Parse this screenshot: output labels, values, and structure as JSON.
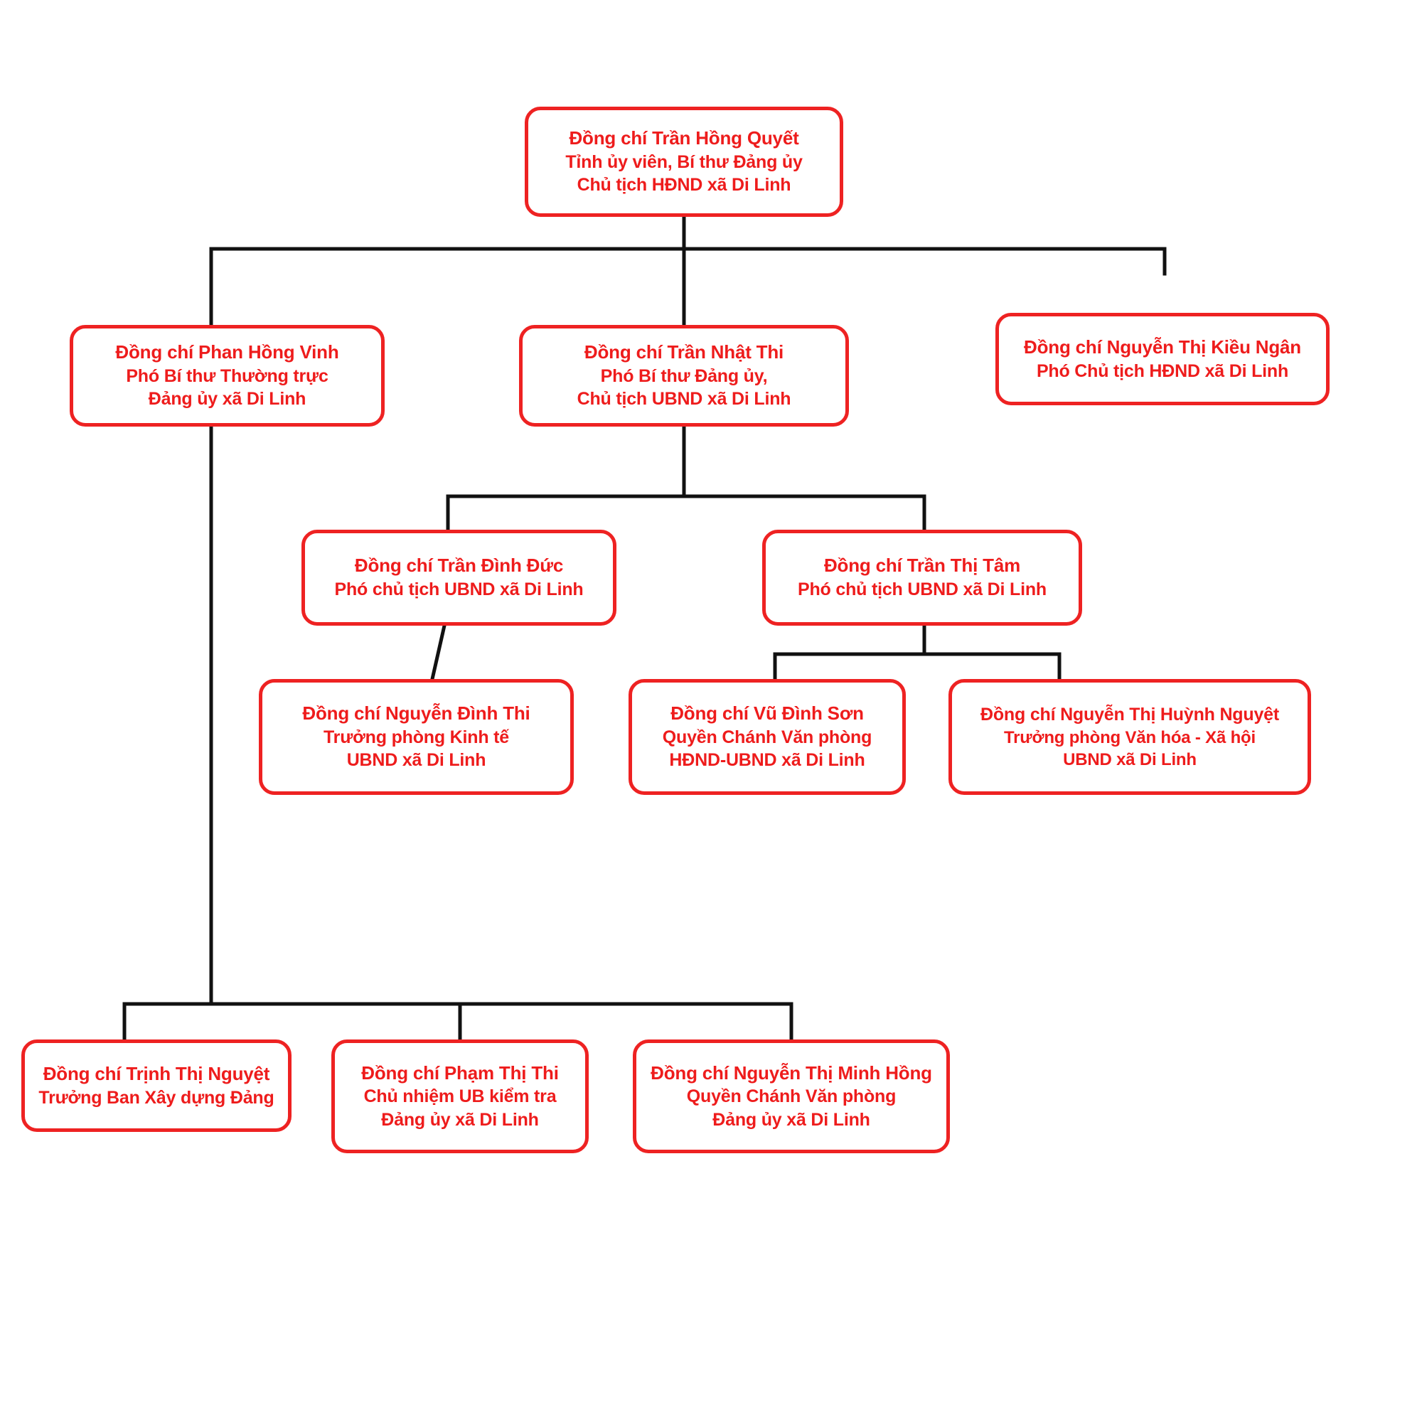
{
  "document": {
    "type": "organizational-chart",
    "title": "So do to chuc Dang uy - HDND - UBND xa Di Linh",
    "accent_color": "#ee1c1c",
    "connector_color": "#111111",
    "background_color": "#ffffff"
  },
  "nodes": {
    "root": {
      "id": "tran-hong-quyet",
      "lines": [
        "Đồng chí Trần Hồng Quyết",
        "Tỉnh ủy viên, Bí thư Đảng ủy",
        "Chủ tịch HĐND xã Di Linh"
      ]
    },
    "phan_hong_vinh": {
      "id": "phan-hong-vinh",
      "lines": [
        "Đồng chí Phan Hồng Vinh",
        "Phó Bí thư Thường trực",
        "Đảng ủy xã Di Linh"
      ]
    },
    "tran_nhat_thi": {
      "id": "tran-nhat-thi",
      "lines": [
        "Đồng chí Trần Nhật Thi",
        "Phó Bí thư Đảng ủy,",
        "Chủ tịch UBND xã Di Linh"
      ]
    },
    "nguyen_thi_kieu_ngan": {
      "id": "nguyen-thi-kieu-ngan",
      "lines": [
        "Đồng chí Nguyễn Thị Kiều Ngân",
        "Phó Chủ tịch HĐND xã Di Linh"
      ]
    },
    "tran_dinh_duc": {
      "id": "tran-dinh-duc",
      "lines": [
        "Đồng chí Trần Đình Đức",
        "Phó chủ tịch UBND xã Di Linh"
      ]
    },
    "tran_thi_tam": {
      "id": "tran-thi-tam",
      "lines": [
        "Đồng chí Trần Thị Tâm",
        "Phó chủ tịch UBND xã Di Linh"
      ]
    },
    "nguyen_dinh_thi": {
      "id": "nguyen-dinh-thi",
      "lines": [
        "Đồng chí Nguyễn Đình Thi",
        "Trưởng phòng Kinh tế",
        "UBND xã Di Linh"
      ]
    },
    "vu_dinh_son": {
      "id": "vu-dinh-son",
      "lines": [
        "Đồng chí Vũ Đình Sơn",
        "Quyền Chánh Văn phòng",
        "HĐND-UBND xã Di Linh"
      ]
    },
    "nguyen_thi_huynh_nguyet": {
      "id": "nguyen-thi-huynh-nguyet",
      "lines": [
        "Đồng chí Nguyễn Thị Huỳnh Nguyệt",
        "Trưởng phòng Văn hóa - Xã hội",
        "UBND xã Di Linh"
      ]
    },
    "trinh_thi_nguyet": {
      "id": "trinh-thi-nguyet",
      "lines": [
        "Đồng chí Trịnh Thị Nguyệt",
        "Trưởng Ban Xây dựng Đảng"
      ]
    },
    "pham_thi_thi": {
      "id": "pham-thi-thi",
      "lines": [
        "Đồng chí Phạm Thị Thi",
        "Chủ nhiệm UB kiểm tra",
        "Đảng ủy xã Di Linh"
      ]
    },
    "nguyen_thi_minh_hong": {
      "id": "nguyen-thi-minh-hong",
      "lines": [
        "Đồng chí Nguyễn Thị Minh Hồng",
        "Quyền Chánh Văn phòng",
        "Đảng ủy xã Di Linh"
      ]
    }
  }
}
